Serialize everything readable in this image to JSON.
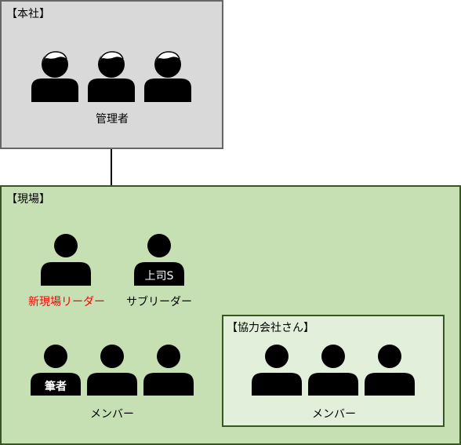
{
  "headquarters": {
    "title": "【本社】",
    "role_label": "管理者"
  },
  "site": {
    "title": "【現場】",
    "new_leader_label": "新現場リーダー",
    "new_leader_color": "#ff0000",
    "boss_badge": "上司S",
    "sub_leader_label": "サブリーダー",
    "writer_badge": "筆者",
    "members_label": "メンバー"
  },
  "partner": {
    "title": "【協力会社さん】",
    "members_label": "メンバー"
  },
  "icons": {
    "manager": "person-with-hair-icon",
    "member": "person-icon"
  }
}
